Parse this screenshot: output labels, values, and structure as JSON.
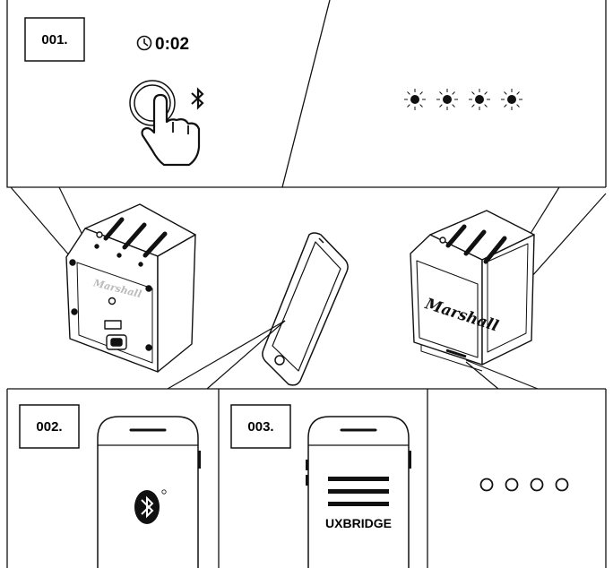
{
  "steps": [
    {
      "number": "001.",
      "timer": "0:02"
    },
    {
      "number": "002."
    },
    {
      "number": "003.",
      "app_name": "UXBRIDGE"
    }
  ],
  "speaker_logo": "Marshall",
  "indicators": {
    "count": 4,
    "top_state": "blinking",
    "bottom_state": "off"
  },
  "icons": [
    "clock-icon",
    "finger-press-icon",
    "bluetooth-icon",
    "bluetooth-app-icon",
    "uxbridge-app-icon"
  ]
}
